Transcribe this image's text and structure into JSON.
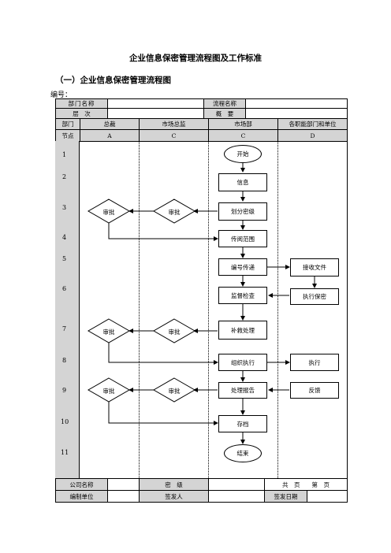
{
  "title": "企业信息保密管理流程图及工作标准",
  "subtitle": "（一）企业信息保密管理流程图",
  "number_label": "编号：",
  "header": {
    "dept_name": "部门名称",
    "process_name": "流程名称",
    "level": "层　次",
    "summary": "概　要",
    "col_dept": "部门",
    "col_node": "节点",
    "departments": [
      "总裁",
      "市场总监",
      "市场部",
      "各职能部门和单位"
    ],
    "node_letters": [
      "A",
      "C",
      "C",
      "D"
    ]
  },
  "nodes": [
    "1",
    "2",
    "3",
    "4",
    "5",
    "6",
    "7",
    "8",
    "9",
    "10",
    "11"
  ],
  "flow": {
    "start": "开始",
    "info": "信息",
    "classify": "划分密级",
    "scope": "传阅范围",
    "number_transfer": "编号传递",
    "receive": "接收文件",
    "supervise": "监督检查",
    "keep_secret": "执行保密",
    "remedy": "补救处理",
    "organize": "组织执行",
    "execute": "执行",
    "report": "处理报告",
    "feedback": "反馈",
    "archive": "存档",
    "end": "结束",
    "approve": "审批"
  },
  "footer": {
    "company_name": "公司名称",
    "secret_level": "密　级",
    "pages": "共　页　　第　页",
    "compiler": "编制单位",
    "issuer": "签发人",
    "issue_date": "签发日期"
  }
}
